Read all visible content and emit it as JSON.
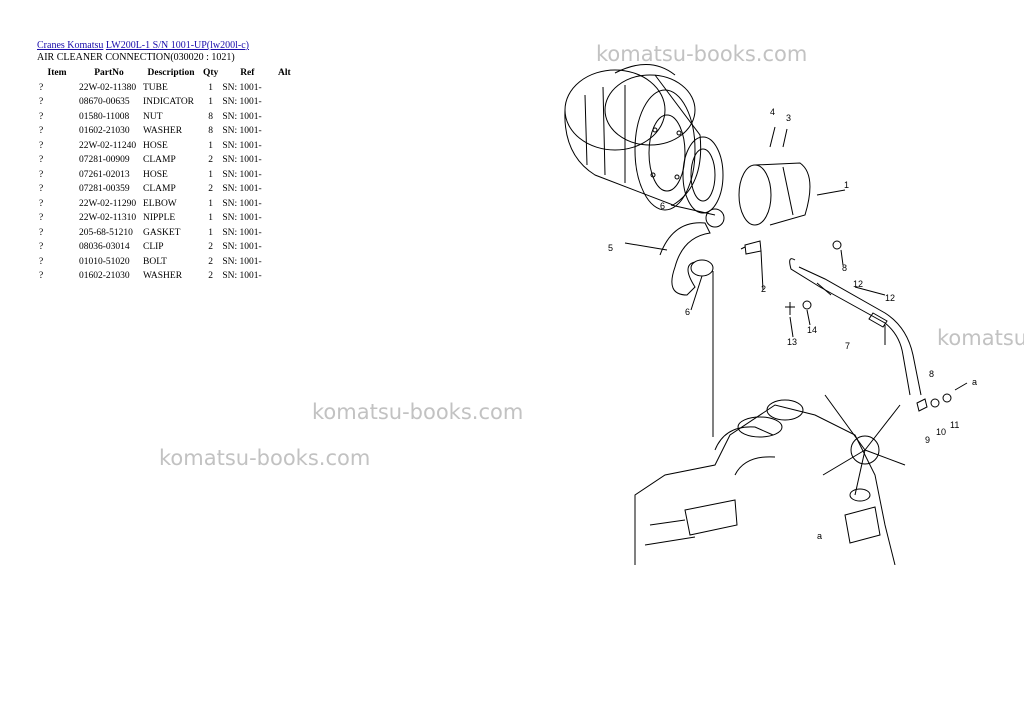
{
  "breadcrumb": {
    "link1": "Cranes Komatsu",
    "link2": "LW200L-1 S/N 1001-UP(lw200l-c)"
  },
  "page_title": "AIR CLEANER CONNECTION(030020 : 1021)",
  "table": {
    "headers": [
      "Item",
      "PartNo",
      "Description",
      "Qty",
      "Ref",
      "Alt"
    ],
    "rows": [
      [
        "?",
        "22W-02-11380",
        "TUBE",
        "1",
        "SN: 1001-",
        ""
      ],
      [
        "?",
        "08670-00635",
        "INDICATOR",
        "1",
        "SN: 1001-",
        ""
      ],
      [
        "?",
        "01580-11008",
        "NUT",
        "8",
        "SN: 1001-",
        ""
      ],
      [
        "?",
        "01602-21030",
        "WASHER",
        "8",
        "SN: 1001-",
        ""
      ],
      [
        "?",
        "22W-02-11240",
        "HOSE",
        "1",
        "SN: 1001-",
        ""
      ],
      [
        "?",
        "07281-00909",
        "CLAMP",
        "2",
        "SN: 1001-",
        ""
      ],
      [
        "?",
        "07261-02013",
        "HOSE",
        "1",
        "SN: 1001-",
        ""
      ],
      [
        "?",
        "07281-00359",
        "CLAMP",
        "2",
        "SN: 1001-",
        ""
      ],
      [
        "?",
        "22W-02-11290",
        "ELBOW",
        "1",
        "SN: 1001-",
        ""
      ],
      [
        "?",
        "22W-02-11310",
        "NIPPLE",
        "1",
        "SN: 1001-",
        ""
      ],
      [
        "?",
        "205-68-51210",
        "GASKET",
        "1",
        "SN: 1001-",
        ""
      ],
      [
        "?",
        "08036-03014",
        "CLIP",
        "2",
        "SN: 1001-",
        ""
      ],
      [
        "?",
        "01010-51020",
        "BOLT",
        "2",
        "SN: 1001-",
        ""
      ],
      [
        "?",
        "01602-21030",
        "WASHER",
        "2",
        "SN: 1001-",
        ""
      ]
    ]
  },
  "watermark": "komatsu-books.com",
  "callouts": [
    "1",
    "2",
    "3",
    "4",
    "5",
    "6",
    "6",
    "7",
    "8",
    "8",
    "9",
    "10",
    "11",
    "12",
    "12",
    "13",
    "14",
    "a",
    "a"
  ],
  "colors": {
    "link": "#1a0dab",
    "watermark": "#c2c2c2"
  }
}
